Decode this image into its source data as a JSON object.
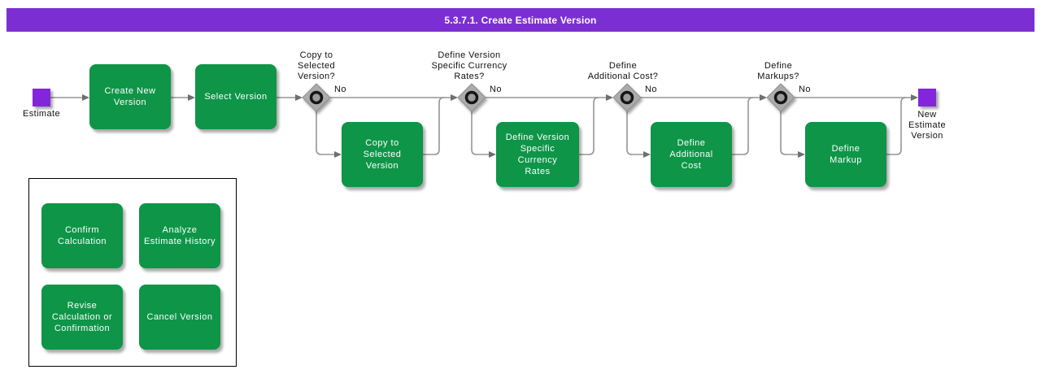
{
  "title": "5.3.7.1. Create Estimate Version",
  "colors": {
    "title_bar_purple": "#7b2fd2",
    "event_purple": "#8326db",
    "activity_green": "#0e9548",
    "connector_gray": "#959595",
    "gateway_gray": "#ababab"
  },
  "flow": {
    "start_label": "Estimate",
    "end_label": "New\nEstimate\nVersion",
    "steps": {
      "create_new_version": "Create New\nVersion",
      "select_version": "Select Version",
      "copy_to_selected_version": "Copy to\nSelected\nVersion",
      "define_currency_rates": "Define Version\nSpecific\nCurrency\nRates",
      "define_additional_cost": "Define\nAdditional\nCost",
      "define_markup": "Define\nMarkup"
    },
    "decisions": {
      "copy": {
        "question": "Copy to\nSelected\nVersion?",
        "answer": "No"
      },
      "currency": {
        "question": "Define Version\nSpecific Currency\nRates?",
        "answer": "No"
      },
      "cost": {
        "question": "Define\nAdditional Cost?",
        "answer": "No"
      },
      "markups": {
        "question": "Define\nMarkups?",
        "answer": "No"
      }
    }
  },
  "palette": {
    "items": {
      "confirm": "Confirm\nCalculation",
      "analyze": "Analyze\nEstimate History",
      "revise": "Revise\nCalculation or\nConfirmation",
      "cancel": "Cancel Version"
    }
  }
}
